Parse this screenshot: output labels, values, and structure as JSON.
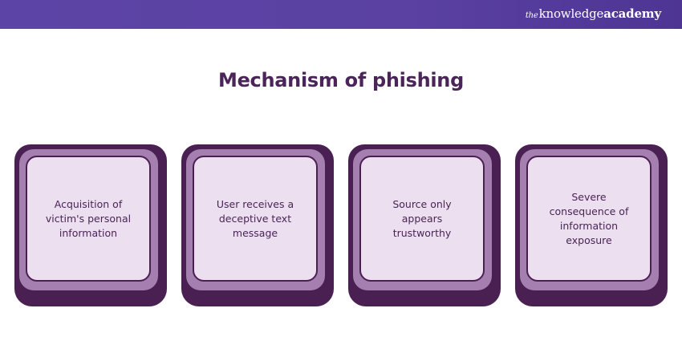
{
  "header": {
    "brand_prefix": "the",
    "brand_main": "knowledge",
    "brand_bold": "academy"
  },
  "title": "Mechanism of phishing",
  "colors": {
    "header_bar": "#5c44a6",
    "title_text": "#4b2459",
    "card_outer": "#4a1f52",
    "card_ring": "#a57fb0",
    "card_inner": "#ecdfef",
    "card_text": "#4a2456"
  },
  "cards": [
    {
      "label": "Acquisition of victim's personal information",
      "lines": [
        "Acquisition of",
        "victim's personal",
        "information"
      ]
    },
    {
      "label": "User receives a deceptive text message",
      "lines": [
        "User receives a",
        "deceptive text",
        "message"
      ]
    },
    {
      "label": "Source only appears trustworthy",
      "lines": [
        "Source only",
        "appears",
        "trustworthy"
      ]
    },
    {
      "label": "Severe consequence of information exposure",
      "lines": [
        "Severe",
        "consequence of",
        "information",
        "exposure"
      ]
    }
  ]
}
